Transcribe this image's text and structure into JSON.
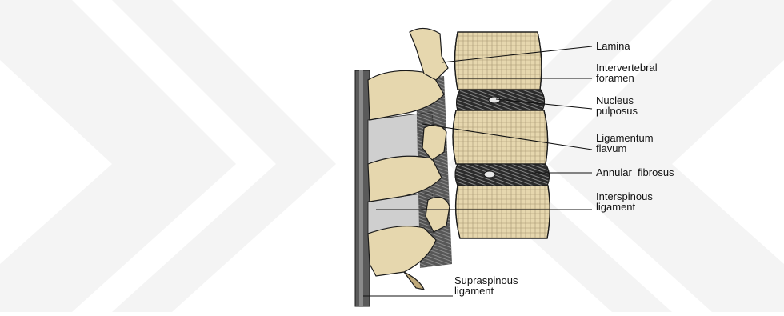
{
  "labels": {
    "lamina": "Lamina",
    "intervertebral": {
      "line1": "Intervertebral",
      "line2": "foramen"
    },
    "nucleus": {
      "line1": "Nucleus",
      "line2": "pulposus"
    },
    "ligamentum": {
      "line1": "Ligamentum",
      "line2": "flavum"
    },
    "annular": "Annular  fibrosus",
    "interspinous": {
      "line1": "Interspinous",
      "line2": "ligament"
    },
    "supraspinous": {
      "line1": "Supraspinous",
      "line2": "ligament"
    }
  },
  "colors": {
    "bone": "#e6d7ae",
    "bone_shadow": "#bfa97a",
    "ligament": "#c9c9c9",
    "disc": "#2b2b2b",
    "outline": "#1a1a1a",
    "watermark": "#f3f3f3"
  }
}
